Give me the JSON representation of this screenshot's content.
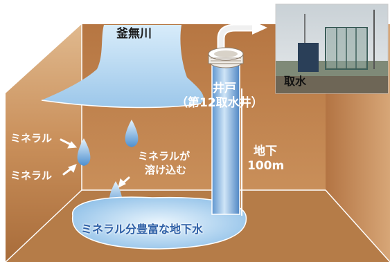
{
  "labels": {
    "river": "釜無川",
    "well_line1": "井戸",
    "well_line2": "（第12取水井）",
    "mineral_1": "ミネラル",
    "mineral_2": "ミネラル",
    "mineral_dissolve_line1": "ミネラルが",
    "mineral_dissolve_line2": "溶け込む",
    "depth_line1": "地下",
    "depth_line2": "100m",
    "groundwater": "ミネラル分豊富な地下水",
    "photo_caption": "取水"
  },
  "colors": {
    "ground_top": "#e2bf98",
    "ground_mid": "#c98f5a",
    "ground_bottom": "#a86c3a",
    "water_light": "#d8ecfa",
    "water_dark": "#4d8fcf",
    "groundwater_text": "#2d5fa6"
  }
}
